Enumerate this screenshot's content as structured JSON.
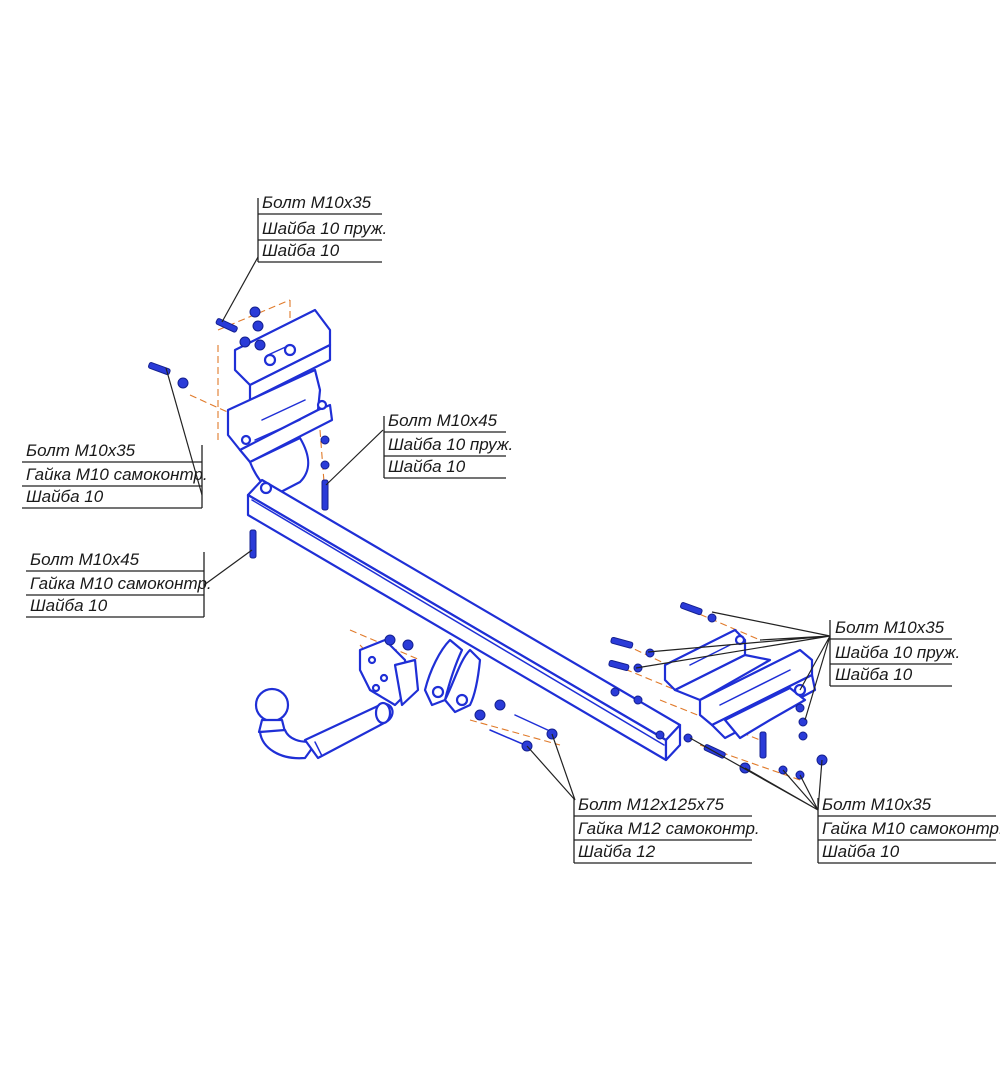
{
  "callouts": [
    {
      "id": "top-bracket-bolts",
      "lines": [
        "Болт М10х35",
        "Шайба 10 пруж.",
        "Шайба 10"
      ]
    },
    {
      "id": "left-bracket-bolts",
      "lines": [
        "Болт М10х35",
        "Гайка М10 самоконтр.",
        "Шайба 10"
      ]
    },
    {
      "id": "upper-middle-bolts",
      "lines": [
        "Болт М10х45",
        "Шайба 10 пруж.",
        "Шайба 10"
      ]
    },
    {
      "id": "left-beam-bolts",
      "lines": [
        "Болт М10х45",
        "Гайка М10 самоконтр.",
        "Шайба 10"
      ]
    },
    {
      "id": "right-bracket-bolts",
      "lines": [
        "Болт М10х35",
        "Шайба 10 пруж.",
        "Шайба 10"
      ]
    },
    {
      "id": "towball-bolts",
      "lines": [
        "Болт М12х125х75",
        "Гайка М12 самоконтр.",
        "Шайба 12"
      ]
    },
    {
      "id": "right-lower-bolts",
      "lines": [
        "Болт М10х35",
        "Гайка М10 самоконтр.",
        "Шайба 10"
      ]
    }
  ],
  "colors": {
    "part_stroke": "#1f2fd6",
    "hardware": "#2a3bd8",
    "axis_lines": "#e07a2a",
    "text": "#1a1a1a"
  },
  "icons": [
    "bolt-icon",
    "washer-icon",
    "nut-icon"
  ]
}
